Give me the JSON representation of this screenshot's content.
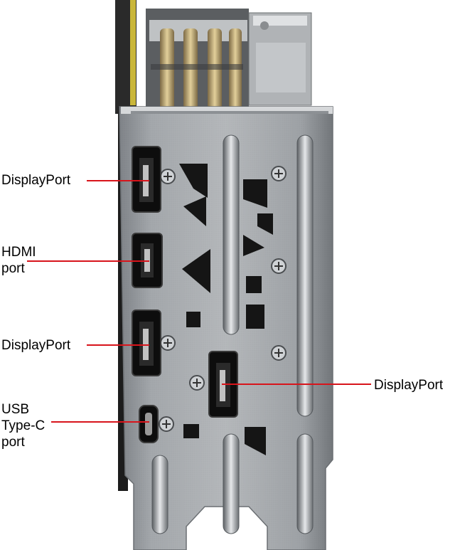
{
  "labels": {
    "displayport_top": "DisplayPort",
    "hdmi": "HDMI\nport",
    "displayport_middle": "DisplayPort",
    "usb_c": "USB\nType-C\nport",
    "displayport_right": "DisplayPort"
  },
  "colors": {
    "leader_line": "#d8141b",
    "bracket": "#9a9ea3",
    "port": "#0d0d0d",
    "pcb": "#2a2a2a",
    "cooler": "#b0b3b6"
  }
}
